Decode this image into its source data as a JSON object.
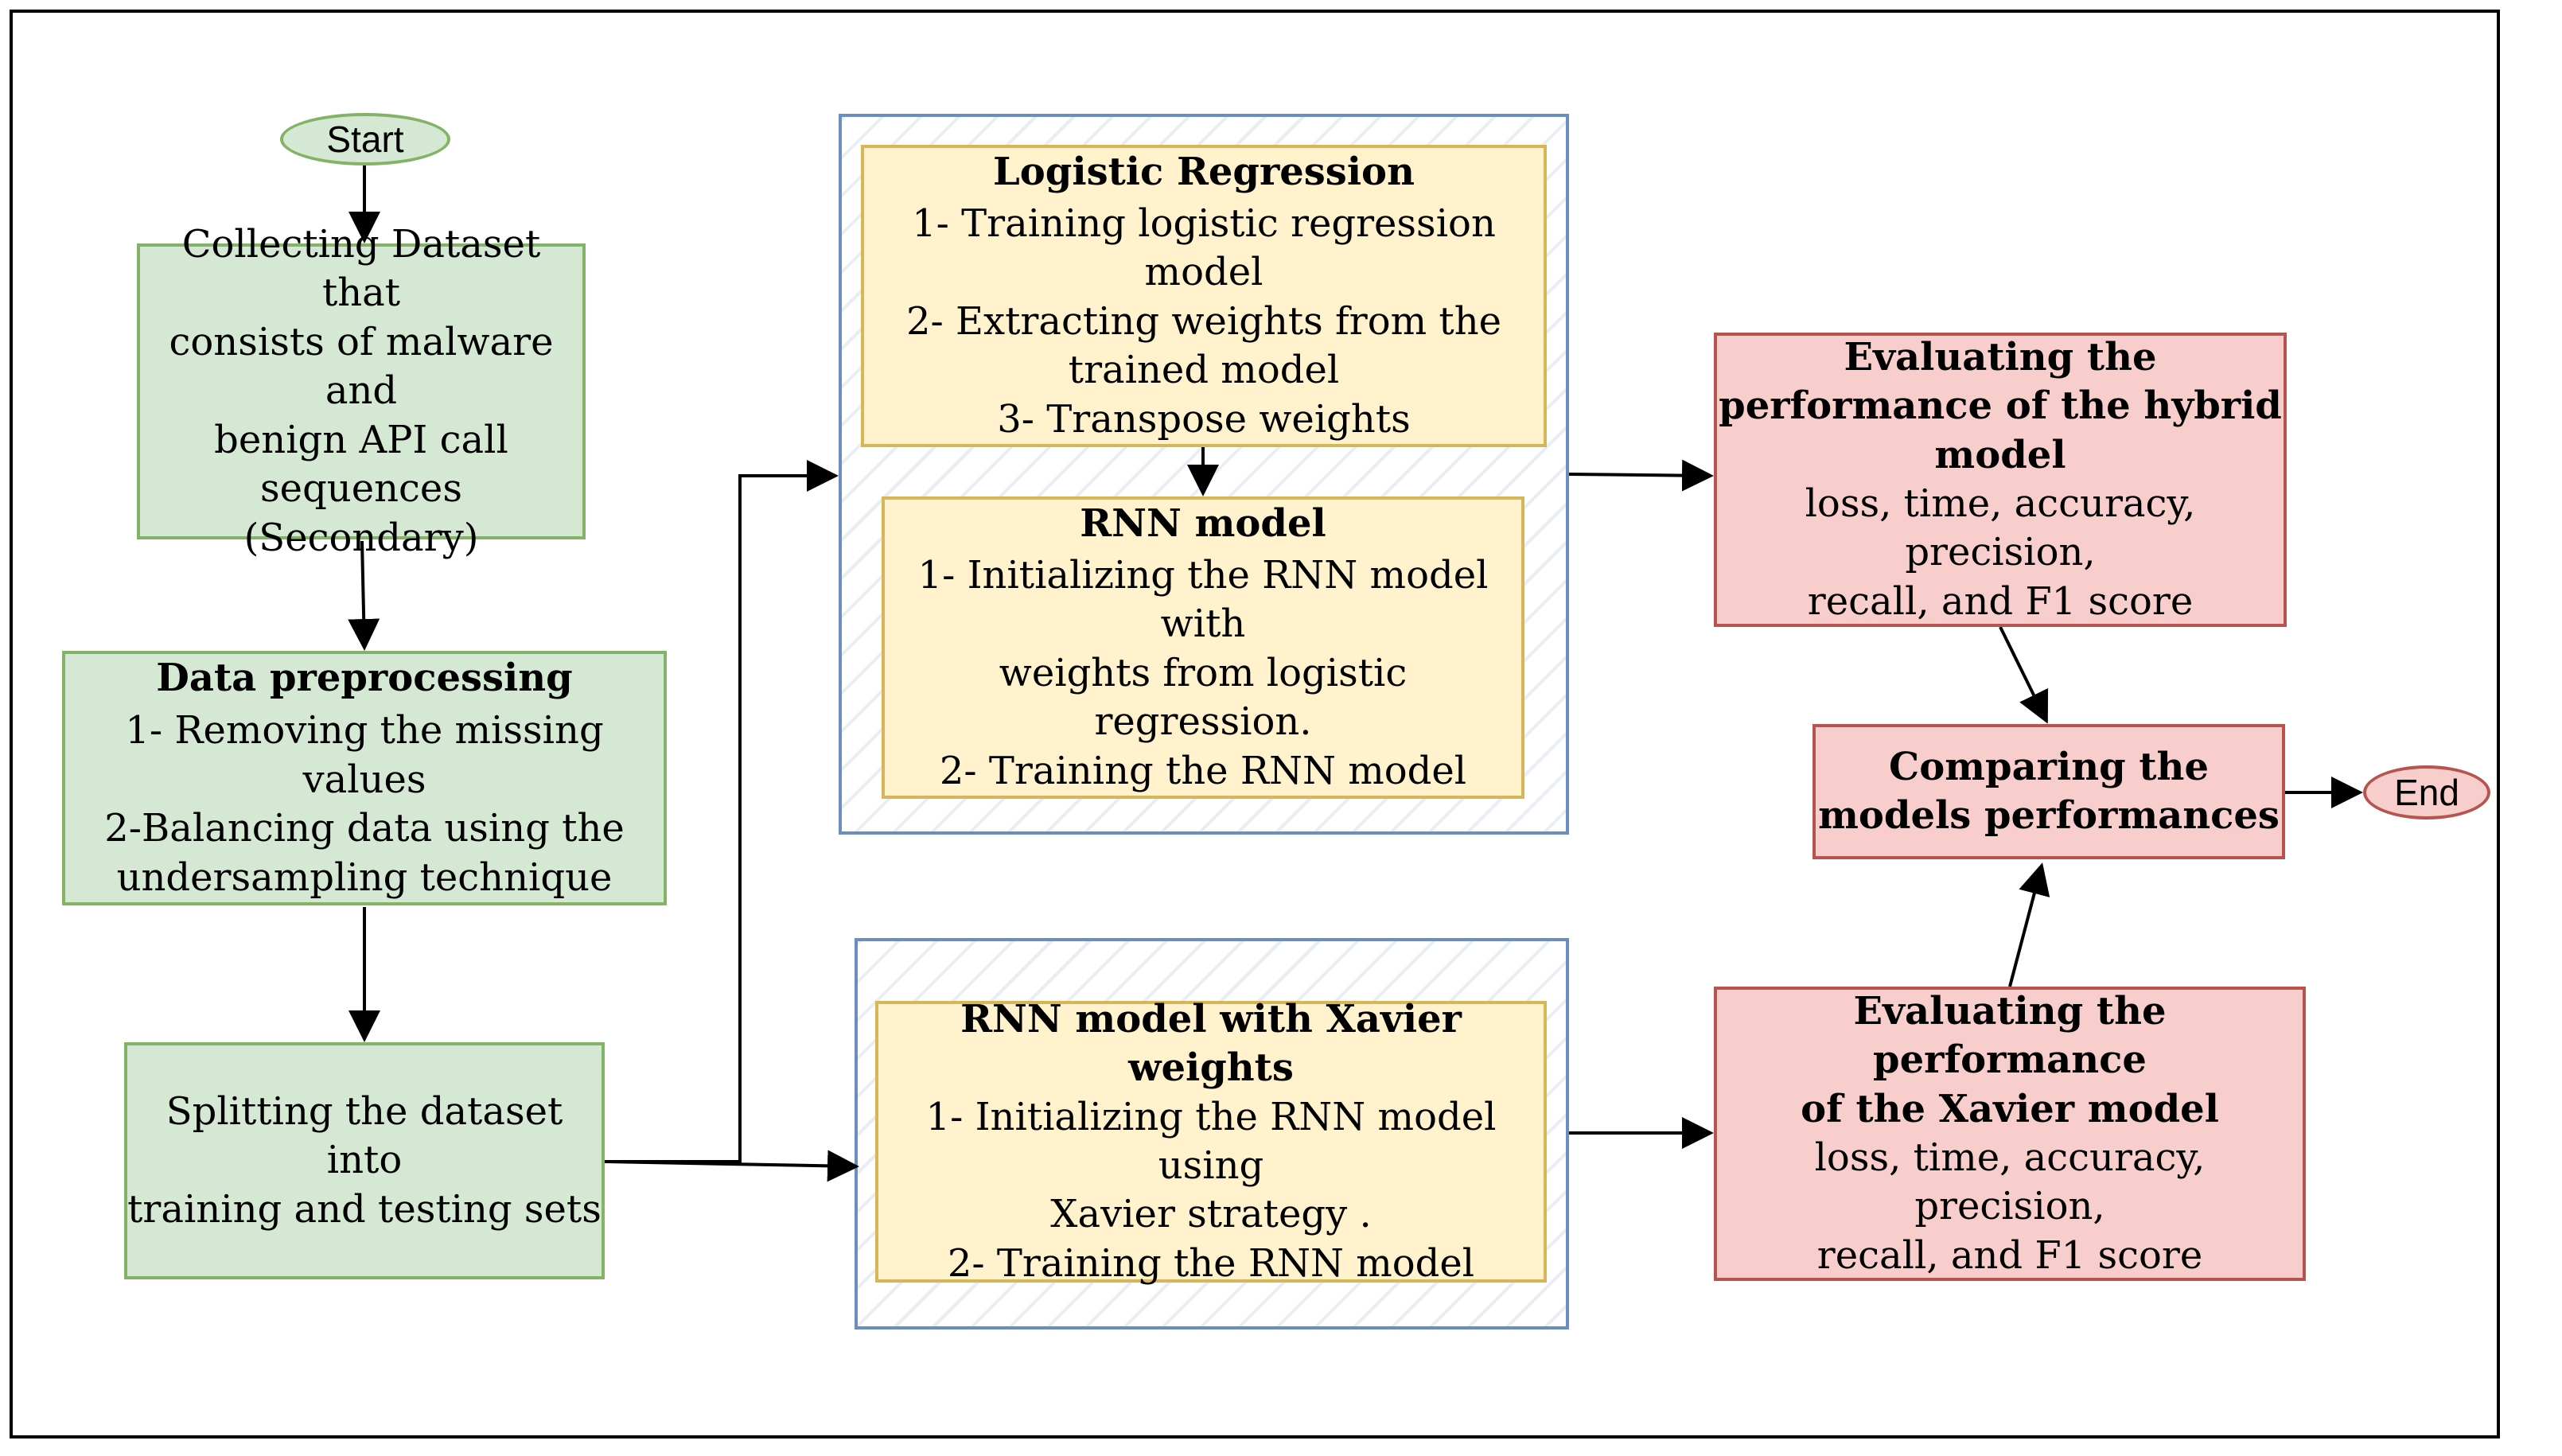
{
  "start": "Start",
  "end": "End",
  "collect": {
    "lines": [
      "Collecting Dataset that",
      "consists of malware and",
      "benign API call",
      "sequences (Secondary)"
    ]
  },
  "preprocess": {
    "title": "Data preprocessing",
    "lines": [
      "1- Removing the missing values",
      "2-Balancing data using the",
      "undersampling technique"
    ]
  },
  "split": {
    "lines": [
      "Splitting the dataset",
      "into",
      "training and testing sets"
    ]
  },
  "logreg": {
    "title": "Logistic Regression",
    "lines": [
      "1- Training logistic regression model",
      "2- Extracting weights from the",
      "trained model",
      "3- Transpose weights"
    ]
  },
  "rnn": {
    "title": "RNN model",
    "lines": [
      "1- Initializing the RNN model with",
      "weights from logistic regression.",
      "2- Training the RNN model"
    ]
  },
  "xavier": {
    "title": "RNN model with Xavier weights",
    "lines": [
      "1- Initializing the RNN model using",
      "Xavier strategy .",
      "2- Training the RNN model"
    ]
  },
  "eval_hybrid": {
    "title_lines": [
      "Evaluating the",
      "performance of the hybrid",
      "model"
    ],
    "lines": [
      "loss, time, accuracy, precision,",
      "recall, and F1 score"
    ]
  },
  "eval_xavier": {
    "title_lines": [
      "Evaluating the performance",
      "of the Xavier model"
    ],
    "lines": [
      "loss, time, accuracy, precision,",
      "recall, and F1 score"
    ]
  },
  "compare": {
    "title_lines": [
      "Comparing the",
      "models performances"
    ]
  }
}
